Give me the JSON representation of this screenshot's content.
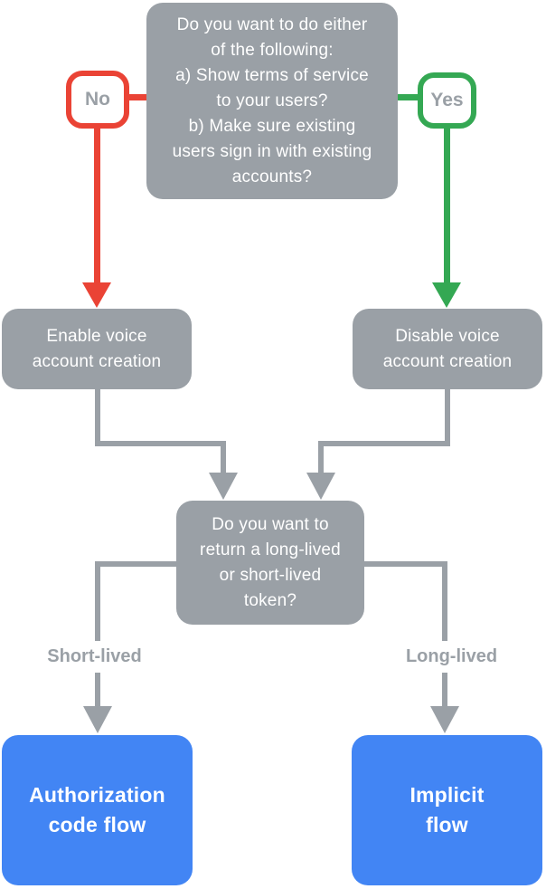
{
  "diagram": {
    "type": "flowchart",
    "background": "#ffffff",
    "colors": {
      "node_gray": "#9AA0A6",
      "line_gray": "#9AA0A6",
      "no_red": "#EA4335",
      "yes_green": "#34A853",
      "result_blue": "#4285F4",
      "label_text": "#9AA0A6",
      "node_text": "#FFFFFF"
    },
    "nodes": {
      "question1": "Do you want to do either\nof the following:\na) Show terms of service\nto your users?\nb) Make sure existing\nusers sign in with existing\naccounts?",
      "no_label": "No",
      "yes_label": "Yes",
      "enable": "Enable voice\naccount creation",
      "disable": "Disable voice\naccount creation",
      "question2": "Do you want to\nreturn a long-lived\nor short-lived\ntoken?",
      "short_lived_label": "Short-lived",
      "long_lived_label": "Long-lived",
      "auth_code_flow": "Authorization\ncode flow",
      "implicit_flow": "Implicit\nflow"
    },
    "edges": [
      {
        "from": "question1",
        "to": "enable",
        "label": "No",
        "color": "#EA4335"
      },
      {
        "from": "question1",
        "to": "disable",
        "label": "Yes",
        "color": "#34A853"
      },
      {
        "from": "enable",
        "to": "question2",
        "color": "#9AA0A6"
      },
      {
        "from": "disable",
        "to": "question2",
        "color": "#9AA0A6"
      },
      {
        "from": "question2",
        "to": "auth_code_flow",
        "label": "Short-lived",
        "color": "#9AA0A6"
      },
      {
        "from": "question2",
        "to": "implicit_flow",
        "label": "Long-lived",
        "color": "#9AA0A6"
      }
    ]
  }
}
